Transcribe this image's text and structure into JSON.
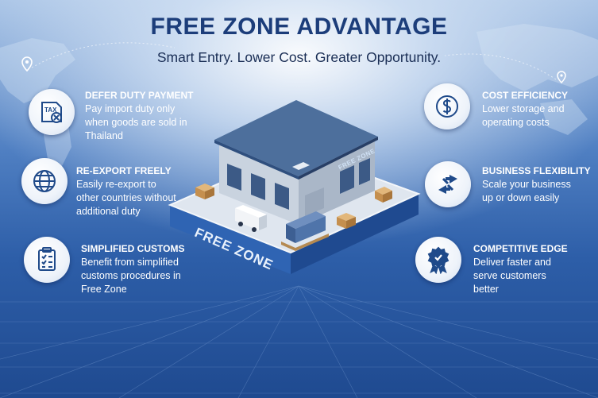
{
  "header": {
    "title": "FREE ZONE ADVANTAGE",
    "subtitle": "Smart Entry. Lower Cost. Greater Opportunity."
  },
  "center": {
    "zone_label": "FREE ZONE",
    "warehouse_sign": "FREE ZONE"
  },
  "features_left": [
    {
      "icon": "tax-document-icon",
      "title": "DEFER DUTY PAYMENT",
      "desc": "Pay import duty only when goods are sold in Thailand"
    },
    {
      "icon": "globe-icon",
      "title": "RE-EXPORT FREELY",
      "desc": "Easily re-export to other countries without additional duty"
    },
    {
      "icon": "clipboard-checklist-icon",
      "title": "SIMPLIFIED CUSTOMS",
      "desc": "Benefit from simplified customs procedures in Free Zone"
    }
  ],
  "features_right": [
    {
      "icon": "dollar-coin-icon",
      "title": "COST EFFICIENCY",
      "desc": "Lower storage and operating costs"
    },
    {
      "icon": "swap-arrows-icon",
      "title": "BUSINESS FLEXIBILITY",
      "desc": "Scale your business up or down easily"
    },
    {
      "icon": "award-ribbon-icon",
      "title": "COMPETITIVE EDGE",
      "desc": "Deliver faster and serve customers better"
    }
  ],
  "colors": {
    "title": "#1c3d7a",
    "background_dark": "#1f4a90",
    "background_light": "#a9c4e6",
    "icon_stroke": "#1f4a8a",
    "platform_edge": "#2f64b3"
  }
}
